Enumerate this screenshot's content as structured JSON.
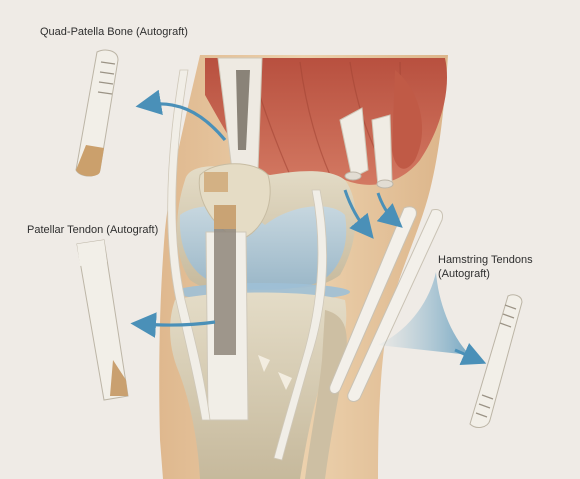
{
  "labels": {
    "quad_patella": "Quad-Patella Bone (Autograft)",
    "patellar_tendon": "Patellar Tendon (Autograft)",
    "hamstring_line1": "Hamstring Tendons",
    "hamstring_line2": "(Autograft)"
  },
  "colors": {
    "background": "#efebe6",
    "skin": "#e8c9a3",
    "muscle": "#c8604a",
    "bone": "#d9cfb8",
    "cartilage": "#a9c6d9",
    "tendon": "#f2efe9",
    "arrow": "#4a90b8"
  }
}
